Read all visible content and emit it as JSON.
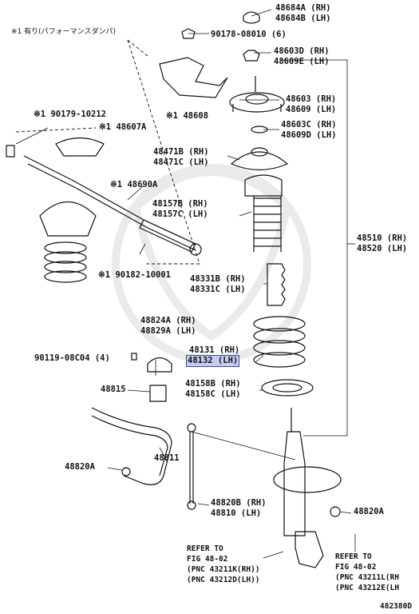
{
  "note_performance_damper": "※1 有り(パフォーマンスダンパ)",
  "figure_code": "482380D",
  "labels": {
    "p48684": "48684A (RH)\n48684B (LH)",
    "p90178": "90178-08010 (6)",
    "p48603D": "48603D (RH)\n48609E (LH)",
    "p48608": "※1 48608",
    "p48603": "48603 (RH)\n48609 (LH)",
    "p48603C": "48603C (RH)\n48609D (LH)",
    "p90179": "※1 90179-10212",
    "p48607A": "※1 48607A",
    "p48471": "48471B (RH)\n48471C (LH)",
    "p48690A": "※1 48690A",
    "p48157": "48157B (RH)\n48157C (LH)",
    "p48510": "48510 (RH)\n48520 (LH)",
    "p90182": "※1 90182-10001",
    "p48331": "48331B (RH)\n48331C (LH)",
    "p48824": "48824A (RH)\n48829A (LH)",
    "p48131": "48131 (RH)",
    "p48132": "48132 (LH)",
    "p90119": "90119-08C04 (4)",
    "p48815": "48815",
    "p48158": "48158B (RH)\n48158C (LH)",
    "p48811": "48811",
    "p48820A_left": "48820A",
    "p48820B": "48820B (RH)\n48810 (LH)",
    "p48820A_right": "48820A",
    "refer_left": "REFER TO\nFIG 48-02\n(PNC 43211K(RH))\n(PNC 43212D(LH))",
    "refer_right": "REFER TO\nFIG 48-02\n(PNC 43211L(RH\n(PNC 43212E(LH"
  },
  "colors": {
    "highlight": "#c7cdf0",
    "highlight_border": "#3a48a8",
    "line": "#111111"
  }
}
